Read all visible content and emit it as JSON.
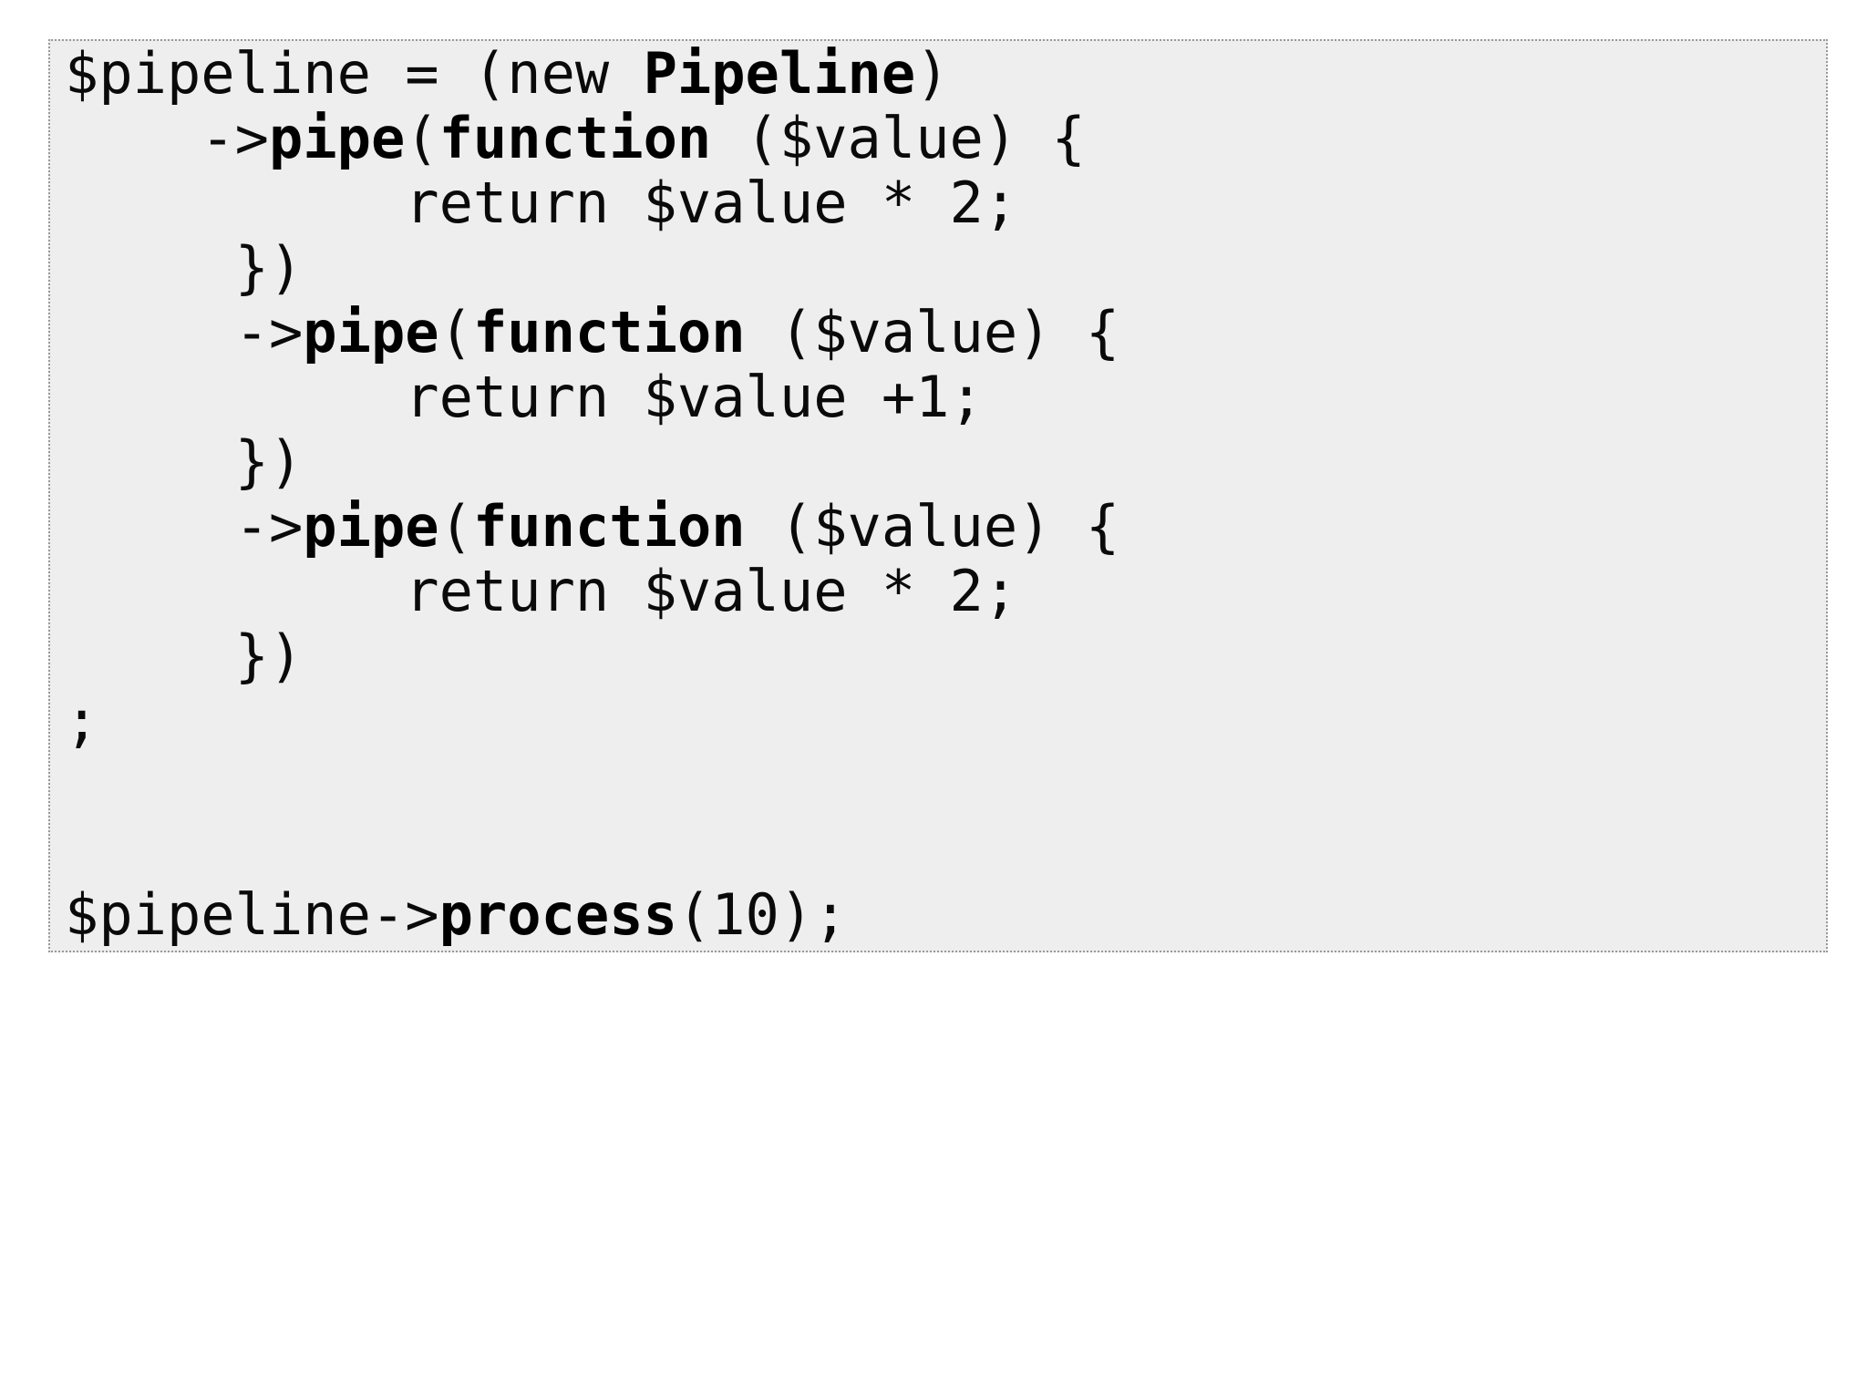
{
  "page": {
    "background": "#ffffff"
  },
  "code_block": {
    "language": "php",
    "background": "#eeeeee",
    "border_color": "#999999",
    "text_color": "#0a0a0a",
    "lines": [
      [
        {
          "t": "$pipeline = (new ",
          "b": false
        },
        {
          "t": "Pipeline",
          "b": true
        },
        {
          "t": ")",
          "b": false
        }
      ],
      [
        {
          "t": "    ->",
          "b": false
        },
        {
          "t": "pipe",
          "b": true
        },
        {
          "t": "(",
          "b": false
        },
        {
          "t": "function",
          "b": true
        },
        {
          "t": " ($value) {",
          "b": false
        }
      ],
      [
        {
          "t": "          return $value * 2;",
          "b": false
        }
      ],
      [
        {
          "t": "     })",
          "b": false
        }
      ],
      [
        {
          "t": "     ->",
          "b": false
        },
        {
          "t": "pipe",
          "b": true
        },
        {
          "t": "(",
          "b": false
        },
        {
          "t": "function",
          "b": true
        },
        {
          "t": " ($value) {",
          "b": false
        }
      ],
      [
        {
          "t": "          return $value +1;",
          "b": false
        }
      ],
      [
        {
          "t": "     })",
          "b": false
        }
      ],
      [
        {
          "t": "     ->",
          "b": false
        },
        {
          "t": "pipe",
          "b": true
        },
        {
          "t": "(",
          "b": false
        },
        {
          "t": "function",
          "b": true
        },
        {
          "t": " ($value) {",
          "b": false
        }
      ],
      [
        {
          "t": "          return $value * 2;",
          "b": false
        }
      ],
      [
        {
          "t": "     })",
          "b": false
        }
      ],
      [
        {
          "t": ";",
          "b": false
        }
      ],
      [
        {
          "t": "",
          "b": false
        }
      ],
      [
        {
          "t": "",
          "b": false
        }
      ],
      [
        {
          "t": "$pipeline->",
          "b": false
        },
        {
          "t": "process",
          "b": true
        },
        {
          "t": "(10);",
          "b": false
        }
      ]
    ]
  }
}
